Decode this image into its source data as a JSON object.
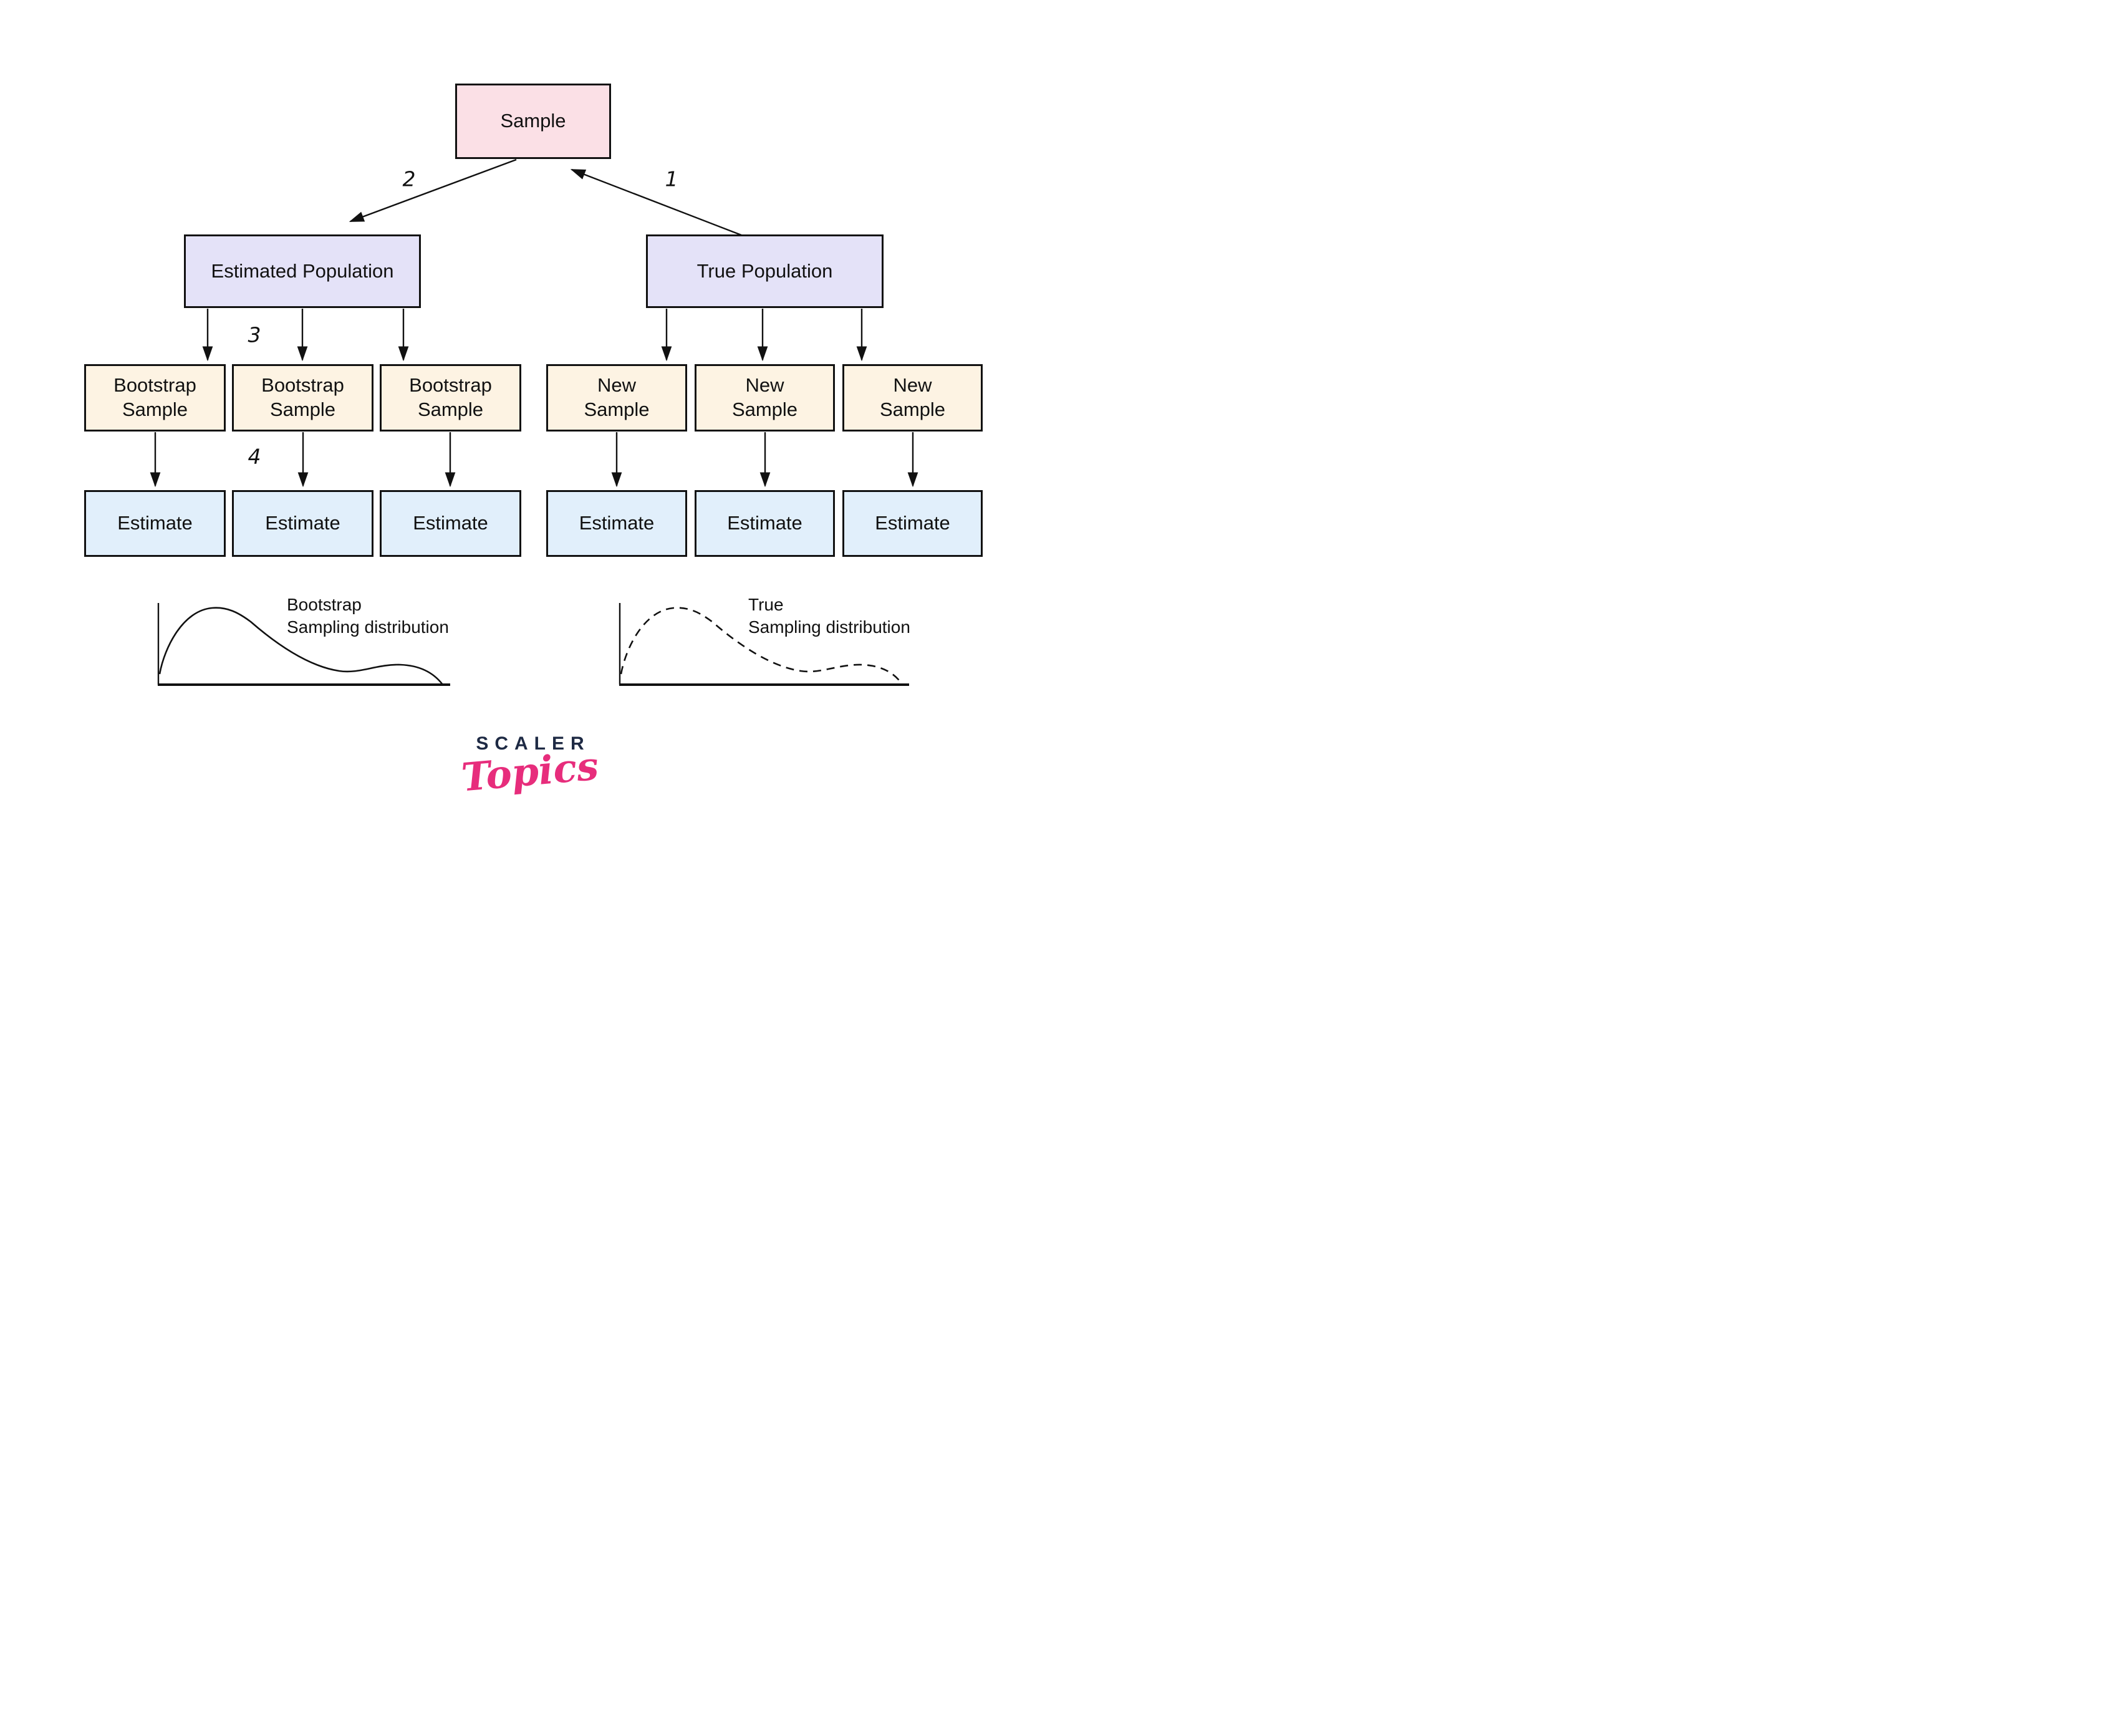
{
  "diagram": {
    "sample_box": {
      "label": "Sample"
    },
    "steps": {
      "s1": "1",
      "s2": "2",
      "s3": "3",
      "s4": "4"
    },
    "left": {
      "population": "Estimated Population",
      "samples": [
        {
          "line1": "Bootstrap",
          "line2": "Sample"
        },
        {
          "line1": "Bootstrap",
          "line2": "Sample"
        },
        {
          "line1": "Bootstrap",
          "line2": "Sample"
        }
      ],
      "estimates": [
        "Estimate",
        "Estimate",
        "Estimate"
      ],
      "distribution": {
        "line1": "Bootstrap",
        "line2": "Sampling distribution",
        "line_style": "solid"
      }
    },
    "right": {
      "population": "True Population",
      "samples": [
        {
          "line1": "New",
          "line2": "Sample"
        },
        {
          "line1": "New",
          "line2": "Sample"
        },
        {
          "line1": "New",
          "line2": "Sample"
        }
      ],
      "estimates": [
        "Estimate",
        "Estimate",
        "Estimate"
      ],
      "distribution": {
        "line1": "True",
        "line2": "Sampling distribution",
        "line_style": "dashed"
      }
    },
    "colors": {
      "sample_fill": "#FBE0E6",
      "population_fill": "#E4E2F8",
      "sample_row_fill": "#FDF3E3",
      "estimate_fill": "#E1EFFB",
      "border": "#111111"
    }
  },
  "logo": {
    "brand": "SCALER",
    "word": "Topics",
    "brand_color": "#1E2A44",
    "word_color": "#E72D7C"
  }
}
